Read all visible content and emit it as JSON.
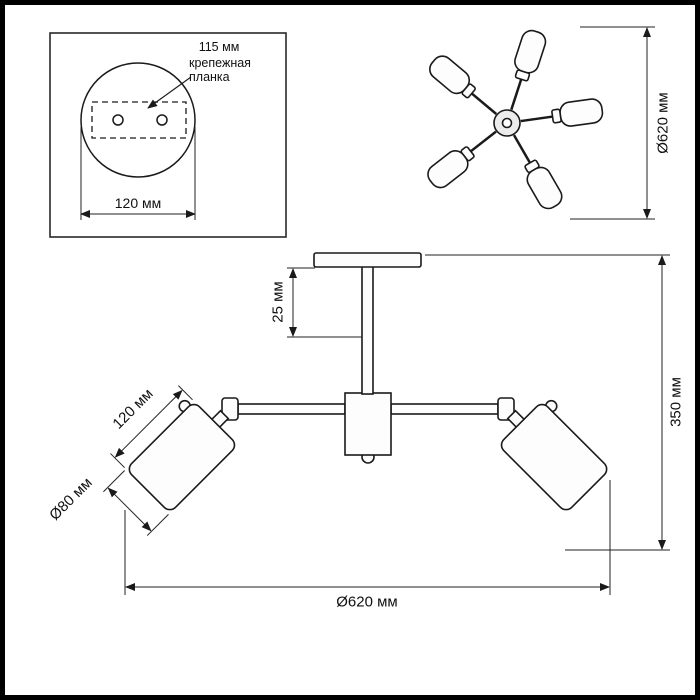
{
  "colors": {
    "line": "#1a1a1a",
    "dim_line": "#222222",
    "background": "#ffffff",
    "frame": "#000000"
  },
  "inset": {
    "hole_spacing_label": "115 мм",
    "bracket_label_line1": "крепежная",
    "bracket_label_line2": "планка",
    "plate_width_label": "120 мм"
  },
  "top_view": {
    "diameter_label": "Ø620 мм"
  },
  "front_view": {
    "stem_height_label": "25 мм",
    "shade_length_label": "120 мм",
    "shade_diameter_label": "Ø80 мм",
    "total_height_label": "350 мм",
    "total_width_label": "Ø620 мм"
  }
}
